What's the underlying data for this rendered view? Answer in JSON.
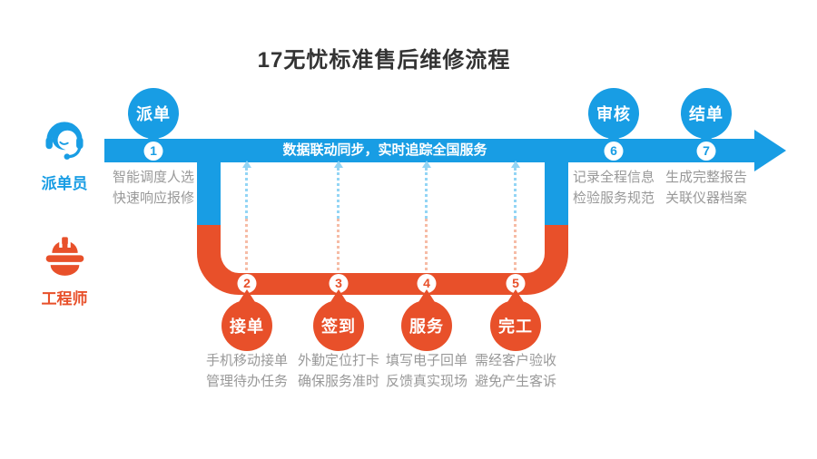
{
  "title": "17无忧标准售后维修流程",
  "banner": "数据联动同步，实时追踪全国服务",
  "colors": {
    "blue": "#189DE4",
    "orange": "#E8502A",
    "dash_blue": "#93D5F5",
    "dash_orange": "#F6BCA6",
    "desc_gray": "#999999",
    "title_text": "#333333"
  },
  "roles": [
    {
      "name": "派单员",
      "icon": "headset-agent-icon",
      "color": "#189DE4"
    },
    {
      "name": "工程师",
      "icon": "hard-hat-icon",
      "color": "#E8502A"
    }
  ],
  "steps": [
    {
      "num": "1",
      "label": "派单",
      "lane": "top",
      "desc": [
        "智能调度人选",
        "快速响应报修"
      ]
    },
    {
      "num": "2",
      "label": "接单",
      "lane": "bottom",
      "desc": [
        "手机移动接单",
        "管理待办任务"
      ]
    },
    {
      "num": "3",
      "label": "签到",
      "lane": "bottom",
      "desc": [
        "外勤定位打卡",
        "确保服务准时"
      ]
    },
    {
      "num": "4",
      "label": "服务",
      "lane": "bottom",
      "desc": [
        "填写电子回单",
        "反馈真实现场"
      ]
    },
    {
      "num": "5",
      "label": "完工",
      "lane": "bottom",
      "desc": [
        "需经客户验收",
        "避免产生客诉"
      ]
    },
    {
      "num": "6",
      "label": "审核",
      "lane": "top",
      "desc": [
        "记录全程信息",
        "检验服务规范"
      ]
    },
    {
      "num": "7",
      "label": "结单",
      "lane": "top",
      "desc": [
        "生成完整报告",
        "关联仪器档案"
      ]
    }
  ]
}
